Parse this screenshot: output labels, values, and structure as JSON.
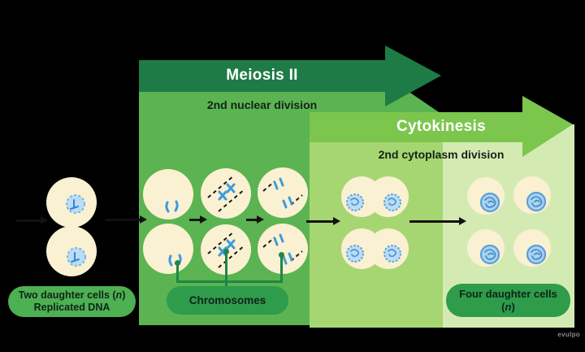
{
  "banners": {
    "meiosis": {
      "title": "Meiosis II",
      "subtitle": "2nd nuclear division"
    },
    "cytokinesis": {
      "title": "Cytokinesis",
      "subtitle": "2nd cytoplasm division"
    }
  },
  "callouts": {
    "two_daughter": {
      "line1_pre": "Two daughter cells (",
      "n": "n",
      "line1_post": ")",
      "line2": "Replicated DNA"
    },
    "chromosomes": {
      "text": "Chromosomes"
    },
    "four_daughter": {
      "line1": "Four daughter cells",
      "n_pre": "(",
      "n": "n",
      "n_post": ")"
    }
  },
  "watermark": "evulpo",
  "colors": {
    "background": "#000000",
    "meiosis_banner": "#1E7B46",
    "meiosis_panel": "#5BB451",
    "cytokinesis_banner": "#7CC64E",
    "cytokinesis_panel_mid": "#A6D671",
    "cytokinesis_panel_pale": "#D3EBB2",
    "cell_fill": "#FAF0D2",
    "nucleus_fill": "#BBDCF5",
    "chromosome_blue": "#3F9BD9",
    "callout_pill_light": "#4DB052",
    "callout_pill_dark": "#2E9C4B",
    "connector_green": "#1E8745",
    "flow_arrow_black": "#121212"
  }
}
